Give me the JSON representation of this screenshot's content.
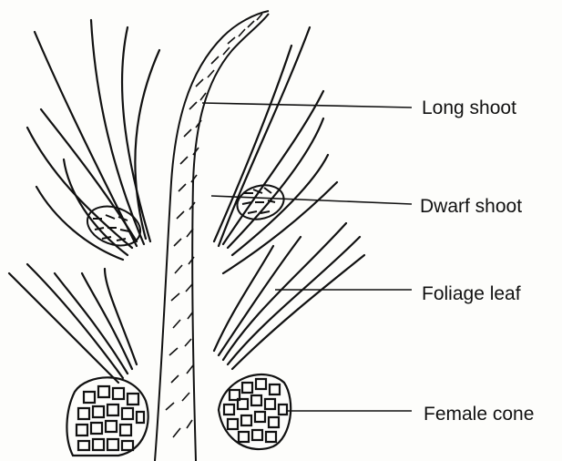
{
  "labels": {
    "long_shoot": "Long shoot",
    "dwarf_shoot": "Dwarf shoot",
    "foliage_leaf": "Foliage leaf",
    "female_cone": "Female cone"
  },
  "colors": {
    "ink": "#111111",
    "background": "#fdfdfb"
  }
}
